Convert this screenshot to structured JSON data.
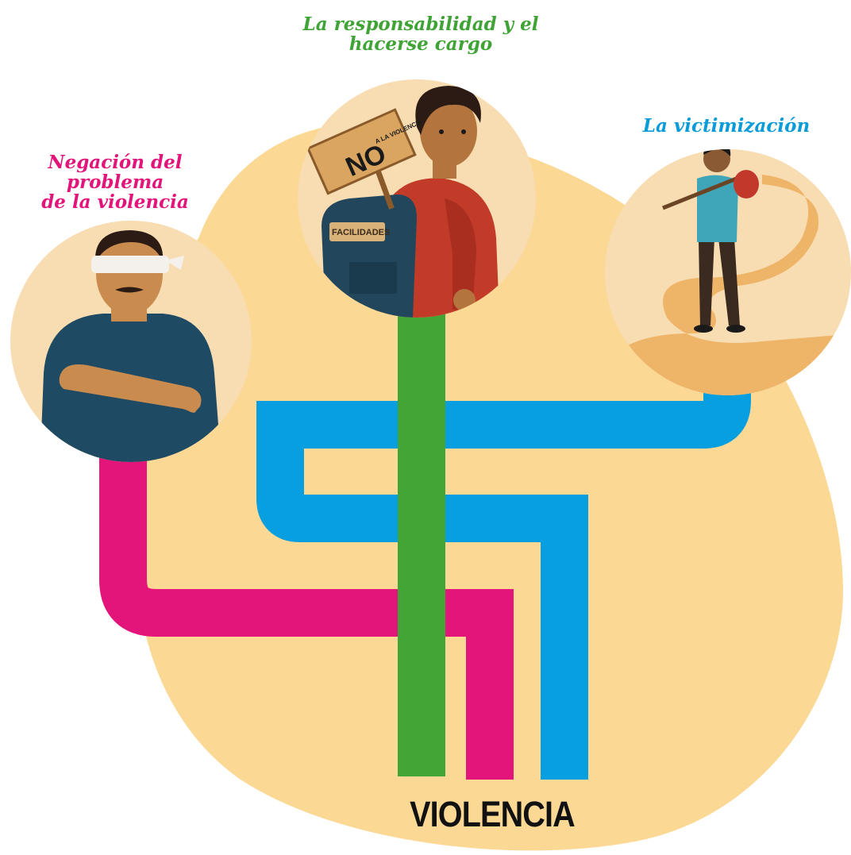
{
  "labels": {
    "denial": "Negación del  problema\nde la violencia",
    "responsibility": "La responsabilidad y el\nhacerse cargo",
    "victimization": "La victimización"
  },
  "title": "VIOLENCIA",
  "figures": {
    "denial": "blindfolded-man-arms-crossed",
    "responsibility": "young-man-backpack-sign",
    "victimization": "traveler-with-bundle"
  },
  "sign_text": {
    "main": "NO",
    "small": "A LA VIOLENCIA",
    "bag": "FACILIDADES"
  },
  "colors": {
    "blob": "#fbd995",
    "pink": "#e3147a",
    "green": "#43a536",
    "blue": "#079fe0",
    "circle": "#f8dcb2"
  }
}
